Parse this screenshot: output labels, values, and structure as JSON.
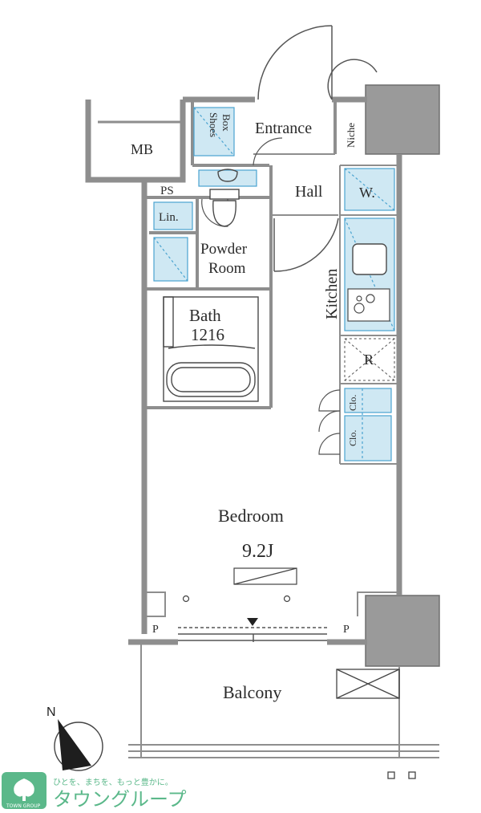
{
  "rooms": {
    "mb": "MB",
    "shoes_box_1": "Shoes",
    "shoes_box_2": "Box",
    "entrance": "Entrance",
    "niche": "Niche",
    "ps": "PS",
    "hall": "Hall",
    "washer": "W.",
    "linen": "Lin.",
    "powder_room_1": "Powder",
    "powder_room_2": "Room",
    "kitchen": "Kitchen",
    "bath": "Bath",
    "bath_size": "1216",
    "refrigerator": "R",
    "closet_1": "Clo.",
    "closet_2": "Clo.",
    "bedroom": "Bedroom",
    "bedroom_size": "9.2J",
    "pipe_left": "P",
    "pipe_right": "P",
    "balcony": "Balcony"
  },
  "compass": {
    "north": "N"
  },
  "branding": {
    "tagline": "ひとを、まちを、もっと豊かに。",
    "company": "タウングループ",
    "sub": "TOWN GROUP"
  },
  "colors": {
    "wall": "#8e8e8e",
    "fixture_fill": "#cfe8f3",
    "fixture_dash": "#4aa3d0",
    "column": "#9a9a9a",
    "brand_green": "#5bb88a"
  }
}
